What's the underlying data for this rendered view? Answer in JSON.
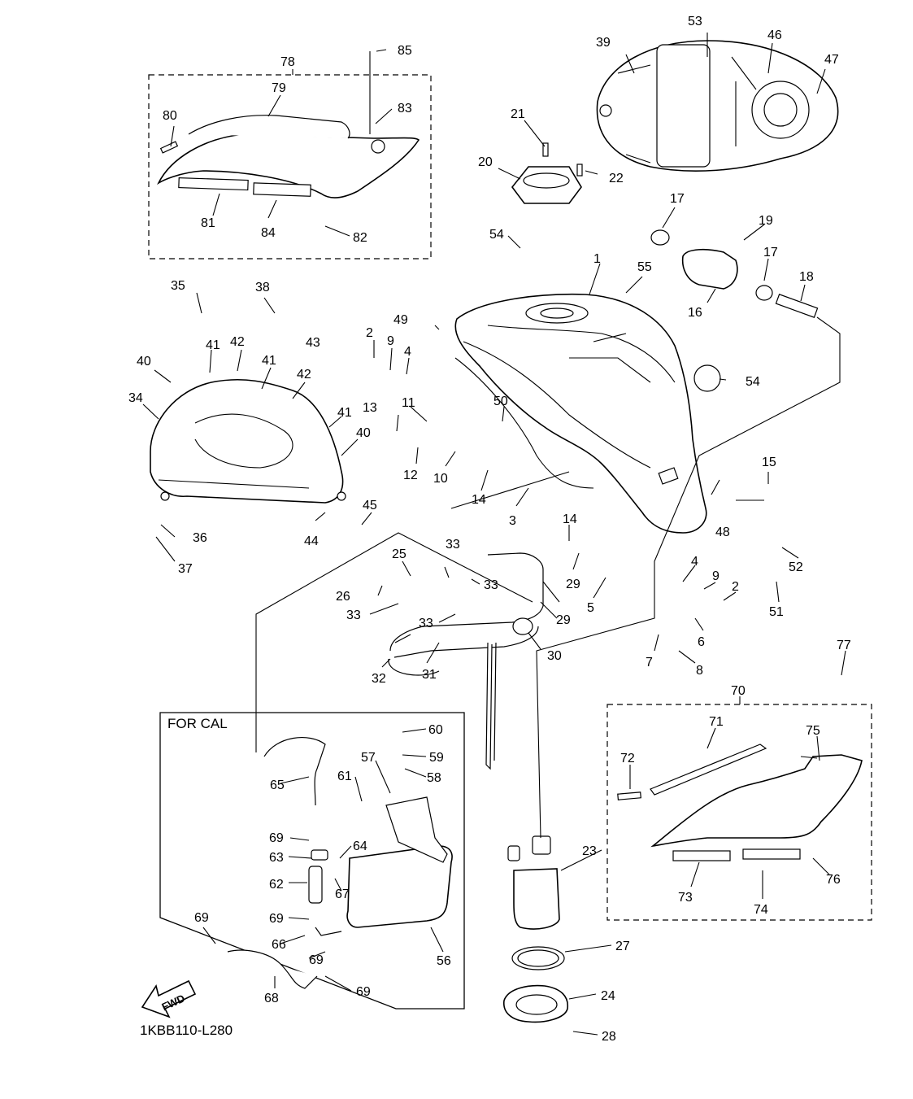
{
  "diagram": {
    "reference_code": "1KBB110-L280",
    "cal_box_label": "FOR CAL",
    "fwd_label": "FWD",
    "callouts": [
      {
        "id": "1",
        "label": "1"
      },
      {
        "id": "2a",
        "label": "2"
      },
      {
        "id": "2b",
        "label": "2"
      },
      {
        "id": "3",
        "label": "3"
      },
      {
        "id": "4a",
        "label": "4"
      },
      {
        "id": "4b",
        "label": "4"
      },
      {
        "id": "5",
        "label": "5"
      },
      {
        "id": "6",
        "label": "6"
      },
      {
        "id": "7",
        "label": "7"
      },
      {
        "id": "8",
        "label": "8"
      },
      {
        "id": "9a",
        "label": "9"
      },
      {
        "id": "9b",
        "label": "9"
      },
      {
        "id": "10",
        "label": "10"
      },
      {
        "id": "11",
        "label": "11"
      },
      {
        "id": "12",
        "label": "12"
      },
      {
        "id": "13",
        "label": "13"
      },
      {
        "id": "14a",
        "label": "14"
      },
      {
        "id": "14b",
        "label": "14"
      },
      {
        "id": "15",
        "label": "15"
      },
      {
        "id": "16",
        "label": "16"
      },
      {
        "id": "17a",
        "label": "17"
      },
      {
        "id": "17b",
        "label": "17"
      },
      {
        "id": "18",
        "label": "18"
      },
      {
        "id": "19",
        "label": "19"
      },
      {
        "id": "20",
        "label": "20"
      },
      {
        "id": "21",
        "label": "21"
      },
      {
        "id": "22",
        "label": "22"
      },
      {
        "id": "23",
        "label": "23"
      },
      {
        "id": "24",
        "label": "24"
      },
      {
        "id": "25",
        "label": "25"
      },
      {
        "id": "26",
        "label": "26"
      },
      {
        "id": "27",
        "label": "27"
      },
      {
        "id": "28",
        "label": "28"
      },
      {
        "id": "29a",
        "label": "29"
      },
      {
        "id": "29b",
        "label": "29"
      },
      {
        "id": "30",
        "label": "30"
      },
      {
        "id": "31",
        "label": "31"
      },
      {
        "id": "32",
        "label": "32"
      },
      {
        "id": "33a",
        "label": "33"
      },
      {
        "id": "33b",
        "label": "33"
      },
      {
        "id": "33c",
        "label": "33"
      },
      {
        "id": "33d",
        "label": "33"
      },
      {
        "id": "34",
        "label": "34"
      },
      {
        "id": "35",
        "label": "35"
      },
      {
        "id": "36",
        "label": "36"
      },
      {
        "id": "37",
        "label": "37"
      },
      {
        "id": "38",
        "label": "38"
      },
      {
        "id": "39",
        "label": "39"
      },
      {
        "id": "40a",
        "label": "40"
      },
      {
        "id": "40b",
        "label": "40"
      },
      {
        "id": "41a",
        "label": "41"
      },
      {
        "id": "41b",
        "label": "41"
      },
      {
        "id": "41c",
        "label": "41"
      },
      {
        "id": "42a",
        "label": "42"
      },
      {
        "id": "42b",
        "label": "42"
      },
      {
        "id": "43",
        "label": "43"
      },
      {
        "id": "44",
        "label": "44"
      },
      {
        "id": "45",
        "label": "45"
      },
      {
        "id": "46",
        "label": "46"
      },
      {
        "id": "47",
        "label": "47"
      },
      {
        "id": "48",
        "label": "48"
      },
      {
        "id": "49",
        "label": "49"
      },
      {
        "id": "50",
        "label": "50"
      },
      {
        "id": "51",
        "label": "51"
      },
      {
        "id": "52",
        "label": "52"
      },
      {
        "id": "53",
        "label": "53"
      },
      {
        "id": "54a",
        "label": "54"
      },
      {
        "id": "54b",
        "label": "54"
      },
      {
        "id": "55",
        "label": "55"
      },
      {
        "id": "56",
        "label": "56"
      },
      {
        "id": "57",
        "label": "57"
      },
      {
        "id": "58",
        "label": "58"
      },
      {
        "id": "59",
        "label": "59"
      },
      {
        "id": "60",
        "label": "60"
      },
      {
        "id": "61",
        "label": "61"
      },
      {
        "id": "62",
        "label": "62"
      },
      {
        "id": "63",
        "label": "63"
      },
      {
        "id": "64",
        "label": "64"
      },
      {
        "id": "65",
        "label": "65"
      },
      {
        "id": "66",
        "label": "66"
      },
      {
        "id": "67",
        "label": "67"
      },
      {
        "id": "68",
        "label": "68"
      },
      {
        "id": "69a",
        "label": "69"
      },
      {
        "id": "69b",
        "label": "69"
      },
      {
        "id": "69c",
        "label": "69"
      },
      {
        "id": "69d",
        "label": "69"
      },
      {
        "id": "69e",
        "label": "69"
      },
      {
        "id": "70",
        "label": "70"
      },
      {
        "id": "71",
        "label": "71"
      },
      {
        "id": "72",
        "label": "72"
      },
      {
        "id": "73",
        "label": "73"
      },
      {
        "id": "74",
        "label": "74"
      },
      {
        "id": "75",
        "label": "75"
      },
      {
        "id": "76",
        "label": "76"
      },
      {
        "id": "77",
        "label": "77"
      },
      {
        "id": "78",
        "label": "78"
      },
      {
        "id": "79",
        "label": "79"
      },
      {
        "id": "80",
        "label": "80"
      },
      {
        "id": "81",
        "label": "81"
      },
      {
        "id": "82",
        "label": "82"
      },
      {
        "id": "83",
        "label": "83"
      },
      {
        "id": "84",
        "label": "84"
      },
      {
        "id": "85",
        "label": "85"
      }
    ]
  }
}
